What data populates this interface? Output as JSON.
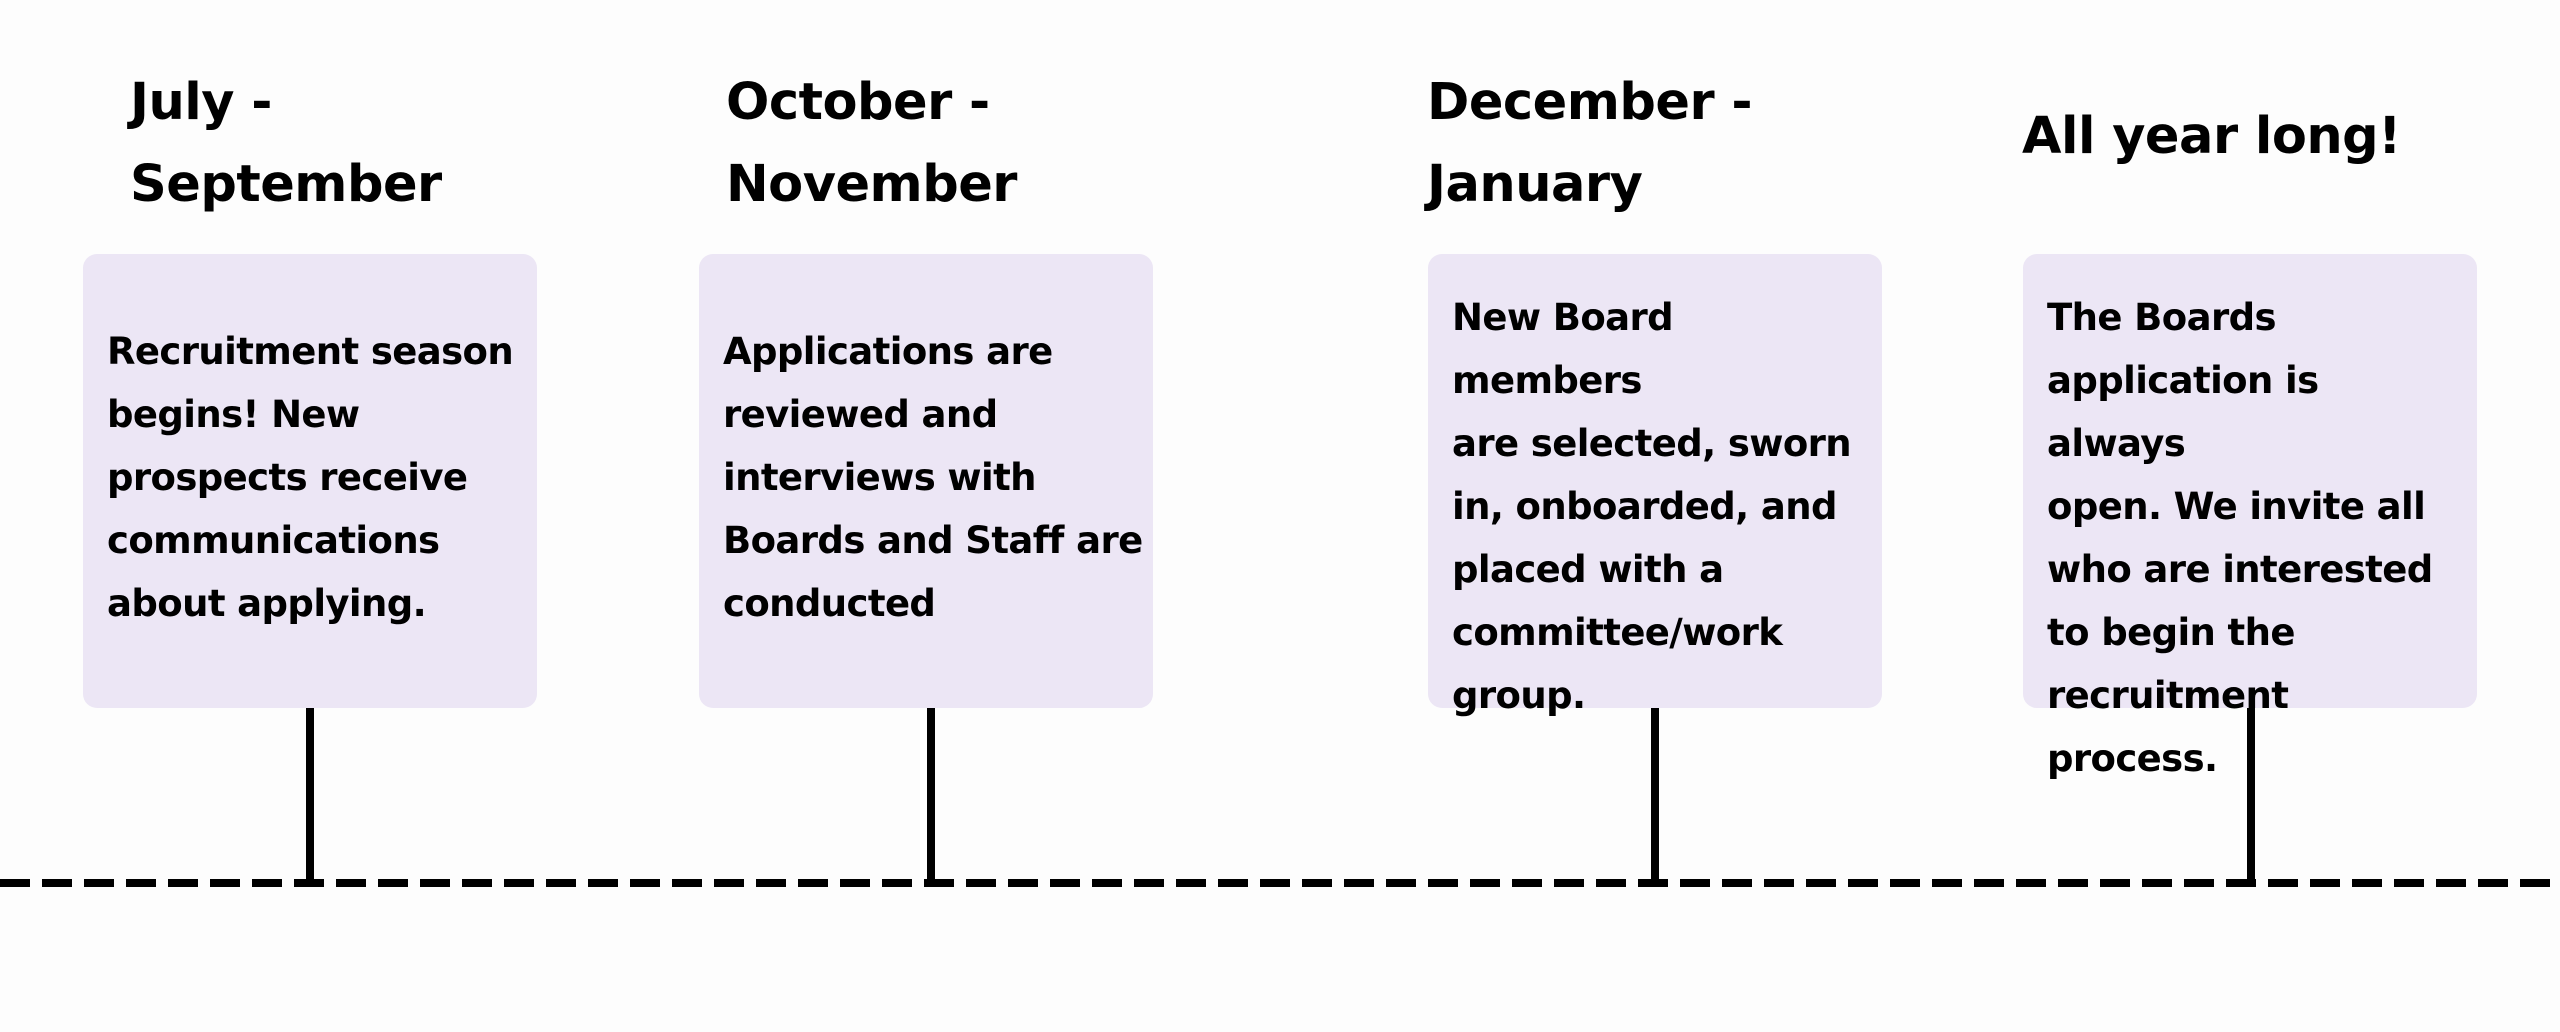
{
  "timeline": {
    "periods": [
      {
        "heading": "July -\nSeptember",
        "description": "Recruitment season\nbegins! New\nprospects receive\ncommunications\nabout applying."
      },
      {
        "heading": "October -\nNovember",
        "description": "Applications are\nreviewed and\ninterviews with\nBoards and Staff are\nconducted"
      },
      {
        "heading": "December -\nJanuary",
        "description": "New Board members\nare selected, sworn\nin, onboarded, and\nplaced with a\ncommittee/work\ngroup."
      },
      {
        "heading": "All year long!",
        "description": "The Boards\napplication is always\nopen. We invite all\nwho are interested\nto begin the\nrecruitment process."
      }
    ]
  },
  "colors": {
    "background": "#fdfdfd",
    "card": "#ece6f5",
    "line": "#000000"
  }
}
